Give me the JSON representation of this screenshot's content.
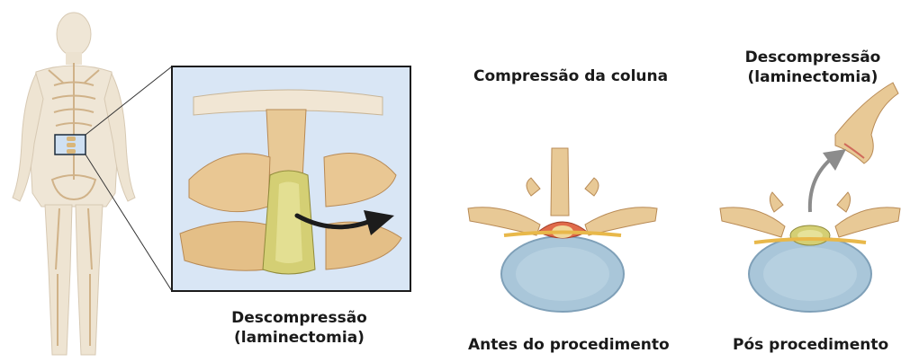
{
  "captions": {
    "zoom_line1": "Descompressão",
    "zoom_line2": "(laminectomia)",
    "before_title": "Compressão da coluna",
    "before_label": "Antes do procedimento",
    "after_title_line1": "Descompressão",
    "after_title_line2": "(laminectomia)",
    "after_label": "Pós procedimento"
  },
  "colors": {
    "bone": "#e6c89a",
    "bone_shadow": "#b88a55",
    "disc": "#a9c6d9",
    "disc_edge": "#7fa0b8",
    "zoom_bg": "#d9e6f5",
    "cord": "#d8d27a",
    "inflamed": "#e06a4a",
    "arrow_dark": "#1c1c1c",
    "arrow_gray": "#8c8c8c",
    "body": "#efe6d6"
  }
}
